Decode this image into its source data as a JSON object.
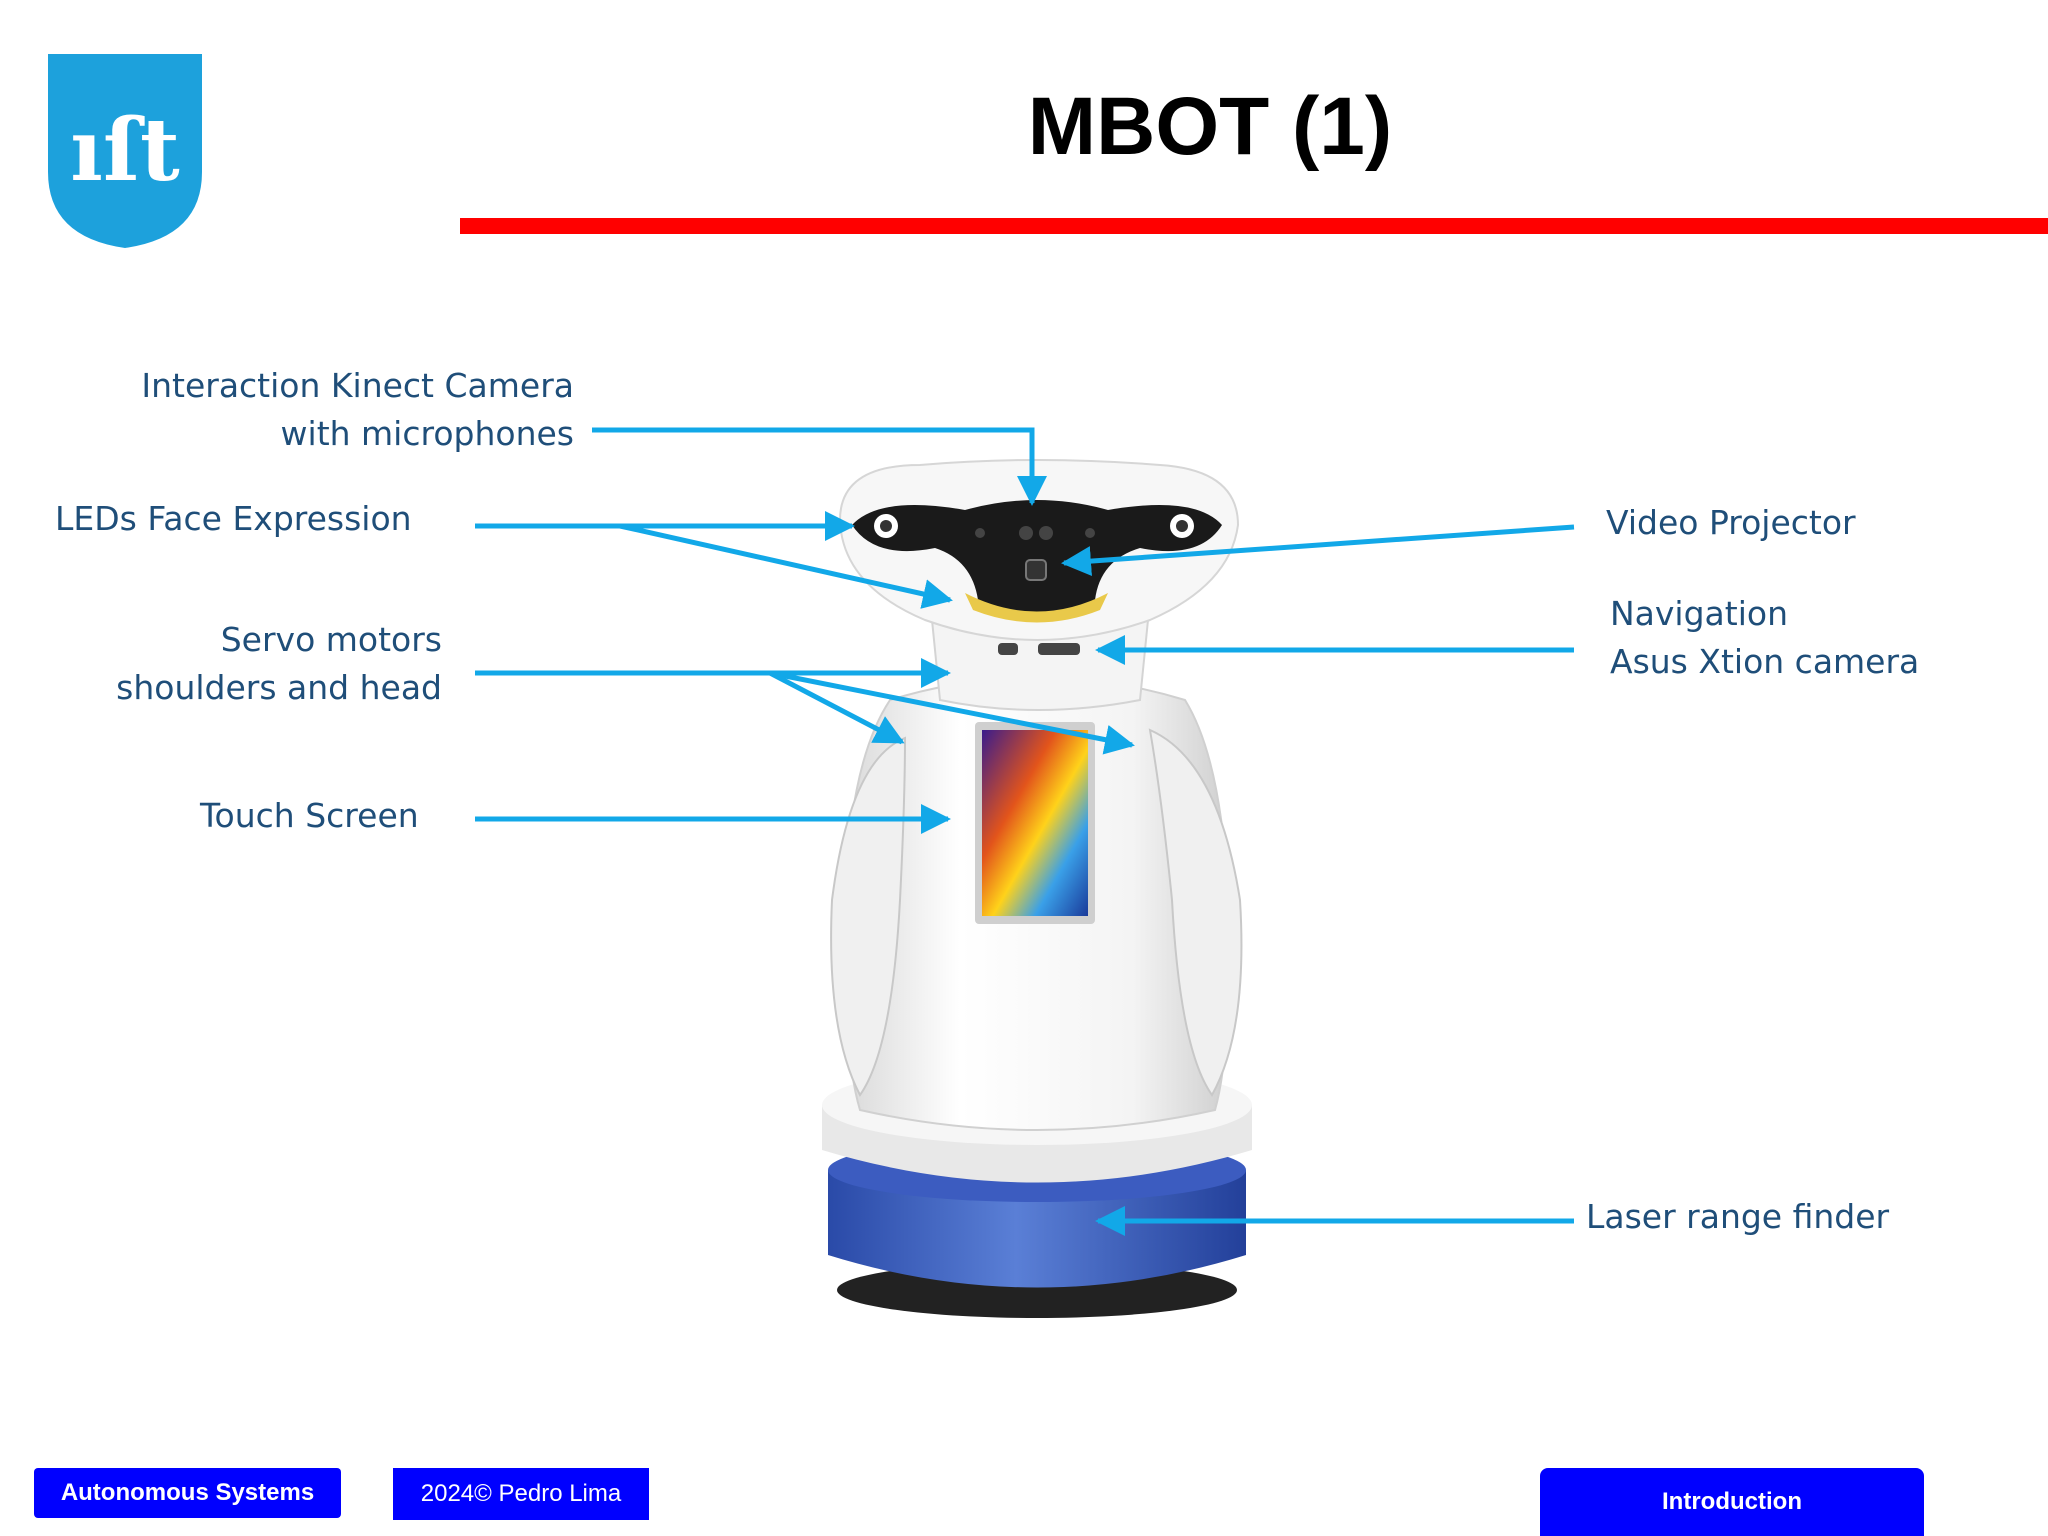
{
  "slide": {
    "title": "MBOT (1)",
    "logo_text": "ıſt"
  },
  "labels": {
    "kinect_line1": "Interaction Kinect Camera",
    "kinect_line2": "with microphones",
    "leds": "LEDs Face Expression",
    "servo_line1": "Servo motors",
    "servo_line2": "shoulders and head",
    "touch": "Touch Screen",
    "projector": "Video Projector",
    "nav_line1": "Navigation",
    "nav_line2": "Asus Xtion camera",
    "laser": "Laser range finder"
  },
  "footer": {
    "course": "Autonomous Systems",
    "author": "2024© Pedro Lima",
    "section": "Introduction"
  },
  "colors": {
    "title_rule": "#ff0000",
    "label_text": "#1f4e79",
    "arrow": "#12a8e8",
    "footer_bg": "#0000ff",
    "logo_blue": "#1da1dc"
  }
}
